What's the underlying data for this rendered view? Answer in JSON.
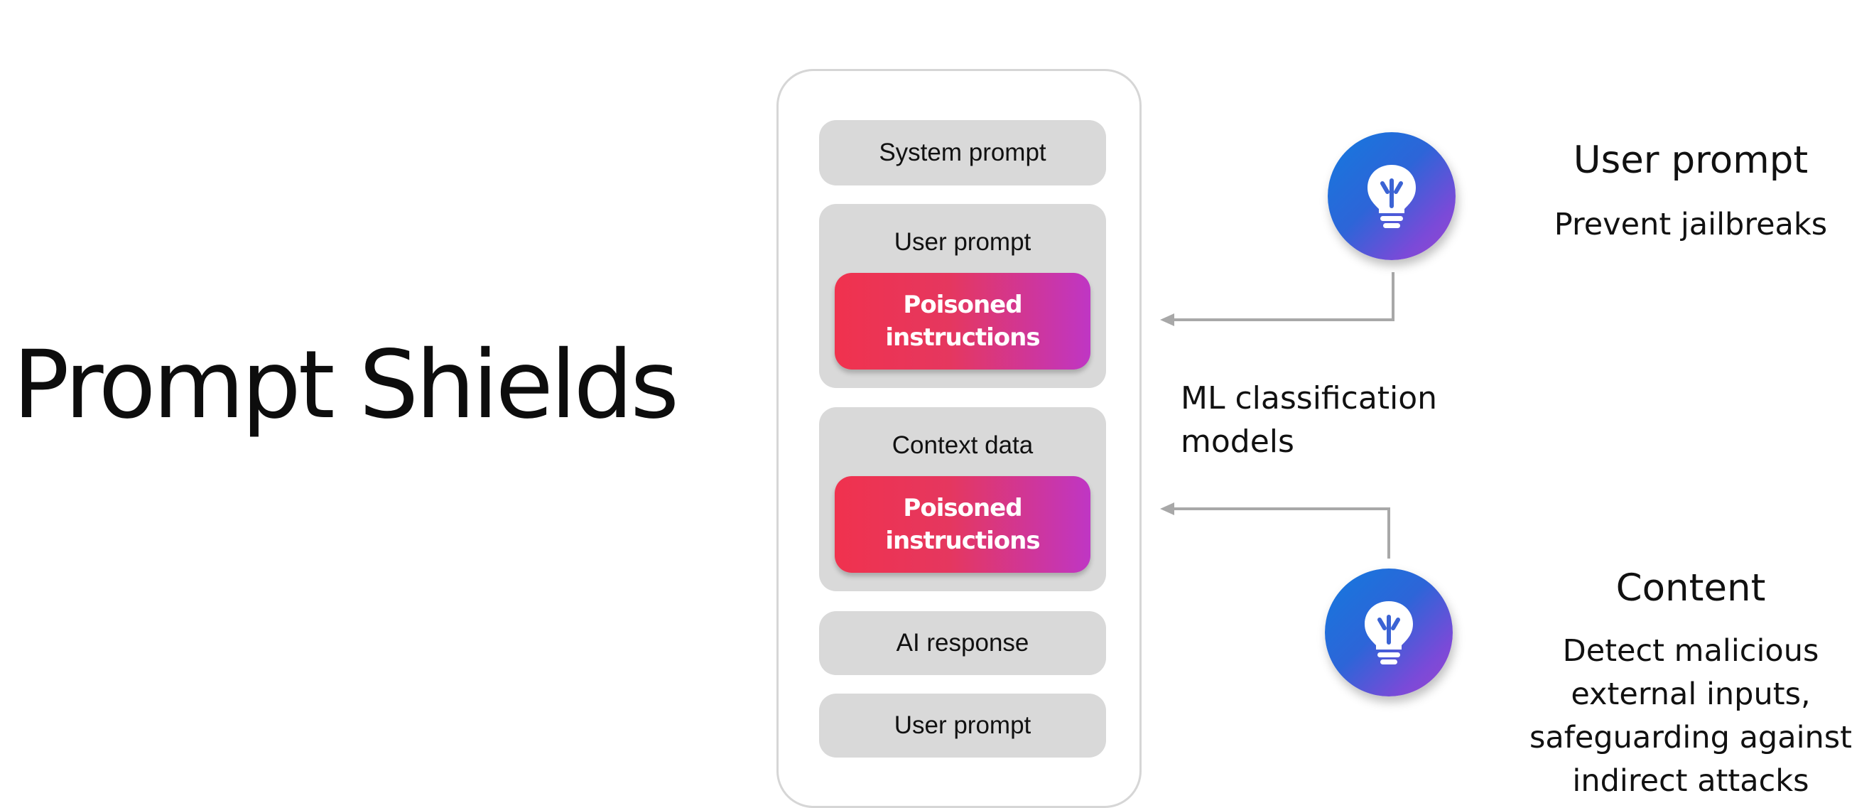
{
  "title": "Prompt Shields",
  "conversation": {
    "system_prompt": "System prompt",
    "user_prompt_1": "User prompt",
    "poisoned_1": "Poisoned\ninstructions",
    "context_data": "Context data",
    "poisoned_2": "Poisoned\ninstructions",
    "ai_response": "AI response",
    "user_prompt_2": "User prompt"
  },
  "classifier_label": "ML classification\nmodels",
  "shields": [
    {
      "icon": "lightbulb-icon",
      "heading": "User prompt",
      "description": "Prevent jailbreaks"
    },
    {
      "icon": "lightbulb-icon",
      "heading": "Content",
      "description": "Detect malicious\nexternal inputs,\nsafeguarding against\nindirect attacks"
    }
  ],
  "colors": {
    "poison_gradient_start": "#f0324e",
    "poison_gradient_end": "#bf36c4",
    "icon_gradient_start": "#1479de",
    "icon_gradient_end": "#9a46cf",
    "pill_background": "#d9d9d9",
    "frame_border": "#d6d6d6",
    "connector": "#a8a8a8"
  }
}
